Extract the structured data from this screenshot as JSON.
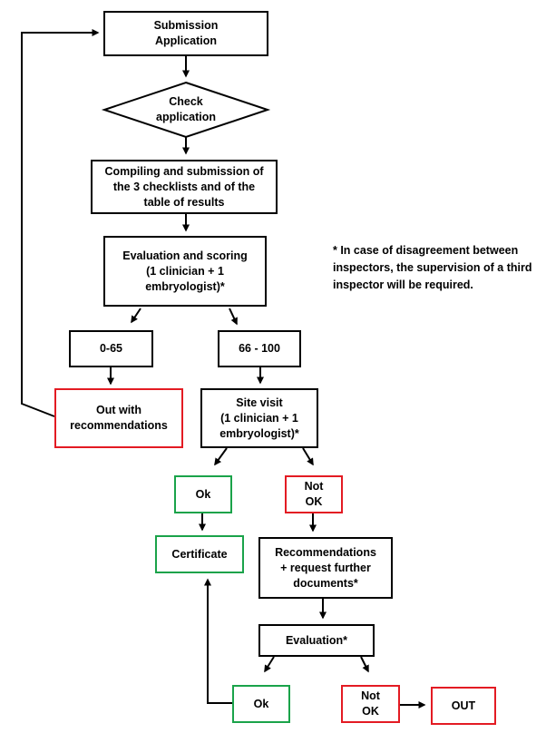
{
  "nodes": {
    "submission": "Submission\nApplication",
    "check": "Check\napplication",
    "compiling": "Compiling and submission of\nthe 3 checklists and of the\ntable of results",
    "evaluation_scoring": "Evaluation and scoring\n(1 clinician + 1\nembryologist)*",
    "range_low": "0-65",
    "range_high": "66 - 100",
    "out_recommendations": "Out with\nrecommendations",
    "site_visit": "Site visit\n(1 clinician + 1\nembryologist)*",
    "ok_1": "Ok",
    "not_ok_1": "Not\nOK",
    "certificate": "Certificate",
    "recommendations_request": "Recommendations\n+  request further\ndocuments*",
    "evaluation": "Evaluation*",
    "ok_2": "Ok",
    "not_ok_2": "Not\nOK",
    "out": "OUT"
  },
  "note": {
    "line1": "* In case of disagreement between",
    "line2": "inspectors, the supervision of a third",
    "line3": "inspector will be required."
  },
  "colors": {
    "default_border": "#000000",
    "positive_border": "#1aa34a",
    "negative_border": "#e31b23"
  }
}
